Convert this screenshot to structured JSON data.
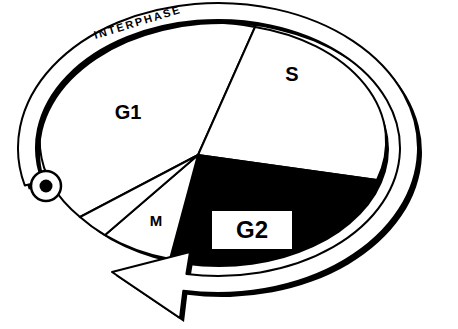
{
  "diagram": {
    "nodes": [
      {
        "text": [
          "INTERPHASE"
        ]
      },
      {
        "text": [
          "G1"
        ]
      },
      {
        "text": [
          "S"
        ]
      },
      {
        "text": [
          "M"
        ]
      },
      {
        "text": [
          "G2"
        ]
      }
    ]
  }
}
